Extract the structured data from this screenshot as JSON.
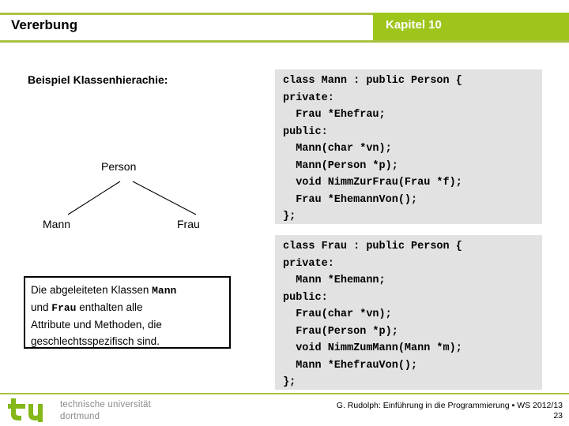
{
  "header": {
    "title": "Vererbung",
    "chapter": "Kapitel 10",
    "accent_green": "#9ec51c",
    "rule_green": "#a9c23f"
  },
  "left": {
    "heading": "Beispiel Klassenhierachie:",
    "diagram": {
      "root": "Person",
      "children": [
        "Mann",
        "Frau"
      ]
    },
    "note": {
      "lines": [
        [
          {
            "text": "Die abgeleiteten Klassen ",
            "mono": false
          },
          {
            "text": "Mann",
            "mono": true
          }
        ],
        [
          {
            "text": "und ",
            "mono": false
          },
          {
            "text": "Frau",
            "mono": true
          },
          {
            "text": " enthalten alle",
            "mono": false
          }
        ],
        [
          {
            "text": "Attribute und Methoden, die",
            "mono": false
          }
        ],
        [
          {
            "text": "geschlechtsspezifisch sind.",
            "mono": false
          }
        ]
      ]
    }
  },
  "code_blocks": [
    {
      "name": "class-mann",
      "lines": [
        "class Mann : public Person {",
        "private:",
        "  Frau *Ehefrau;",
        "public:",
        "  Mann(char *vn);",
        "  Mann(Person *p);",
        "  void NimmZurFrau(Frau *f);",
        "  Frau *EhemannVon();",
        "};"
      ]
    },
    {
      "name": "class-frau",
      "lines": [
        "class Frau : public Person {",
        "private:",
        "  Mann *Ehemann;",
        "public:",
        "  Frau(char *vn);",
        "  Frau(Person *p);",
        "  void NimmZumMann(Mann *m);",
        "  Mann *EhefrauVon();",
        "};"
      ]
    }
  ],
  "footer": {
    "logo_line1": "technische universität",
    "logo_line2": "dortmund",
    "credit": "G. Rudolph: Einführung in die Programmierung ▪ WS 2012/13",
    "page_number": "23"
  }
}
